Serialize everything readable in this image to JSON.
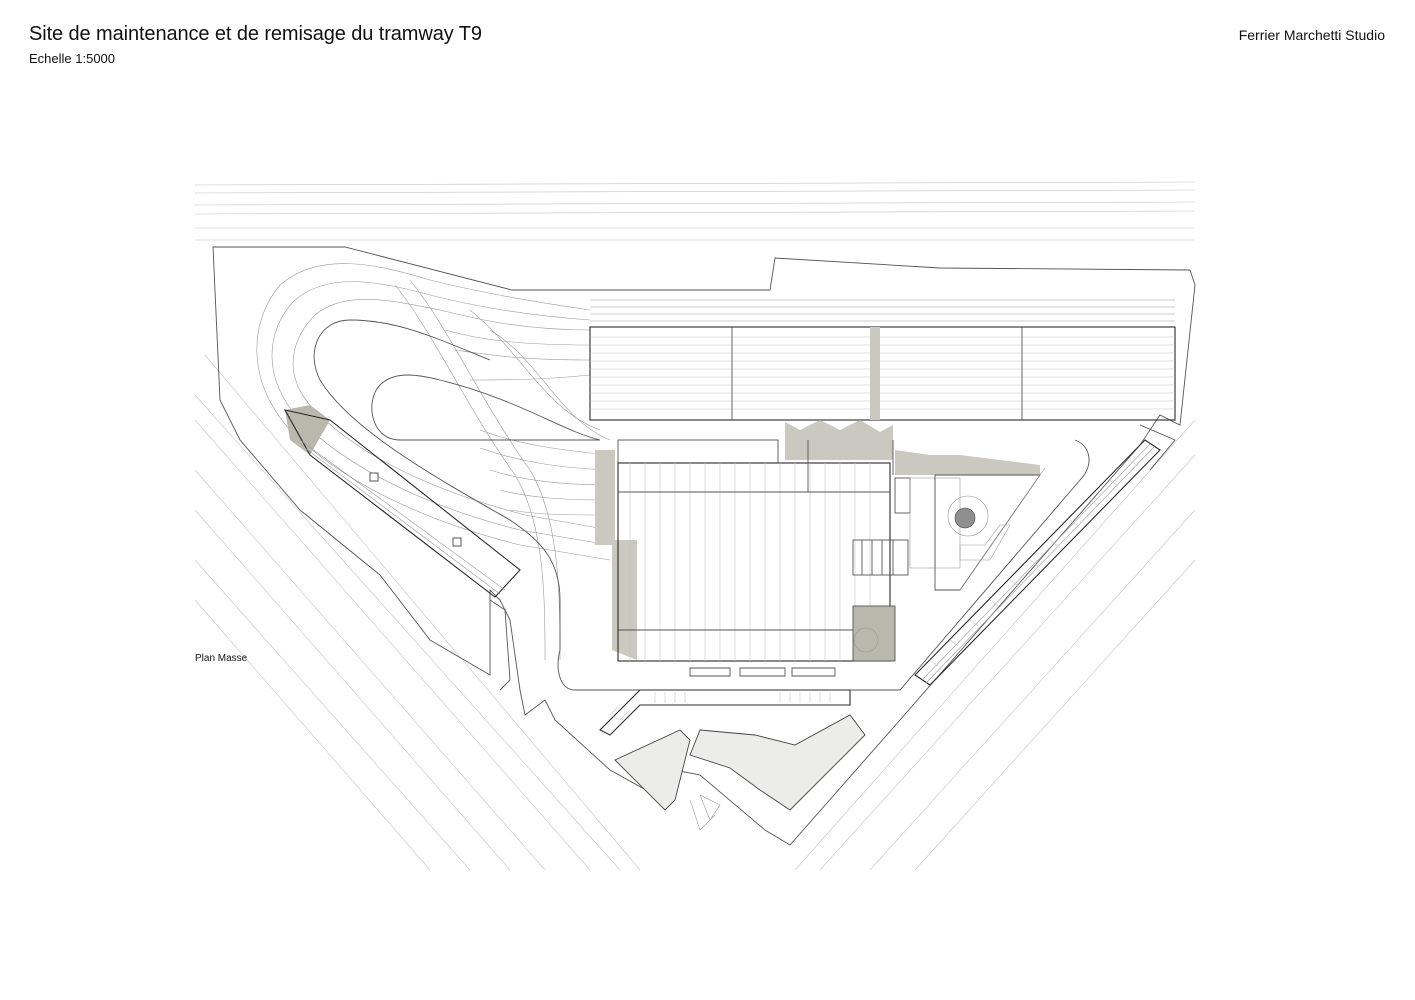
{
  "header": {
    "title": "Site de maintenance et de remisage du tramway T9",
    "scale": "Echelle 1:5000",
    "studio": "Ferrier Marchetti Studio"
  },
  "plan": {
    "label": "Plan Masse"
  },
  "colors": {
    "text": "#111111",
    "line": "#555555",
    "hatch_fill": "#c9c9c0"
  }
}
